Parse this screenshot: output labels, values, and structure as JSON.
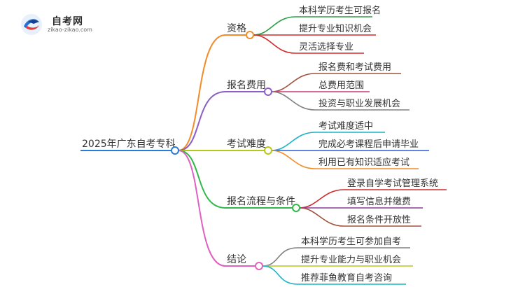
{
  "logo": {
    "title": "自考网",
    "url": "zikao-zikao.com"
  },
  "root": {
    "label": "2025年广东自考专科",
    "color": "#2a7bd4"
  },
  "branches": [
    {
      "label": "资格",
      "color": "#f28c28",
      "children": [
        {
          "label": "本科学历考生可报名",
          "color": "#2e9e45"
        },
        {
          "label": "提升专业知识机会",
          "color": "#d12b2b"
        },
        {
          "label": "灵活选择专业",
          "color": "#d12b2b"
        }
      ]
    },
    {
      "label": "报名费用",
      "color": "#8b5fc7",
      "children": [
        {
          "label": "报名费和考试费用",
          "color": "#a0523d"
        },
        {
          "label": "总费用范围",
          "color": "#cc3a7a"
        },
        {
          "label": "投资与职业发展机会",
          "color": "#808080"
        }
      ]
    },
    {
      "label": "考试难度",
      "color": "#b5c81a",
      "children": [
        {
          "label": "考试难度适中",
          "color": "#1ab3c8"
        },
        {
          "label": "完成必考课程后申请毕业",
          "color": "#2a5fd4"
        },
        {
          "label": "利用已有知识适应考试",
          "color": "#f28c28"
        }
      ]
    },
    {
      "label": "报名流程与条件",
      "color": "#32b84a",
      "children": [
        {
          "label": "登录自学考试管理系统",
          "color": "#d12b2b"
        },
        {
          "label": "填写信息并缴费",
          "color": "#8b3a9e"
        },
        {
          "label": "报名条件开放性",
          "color": "#a0523d"
        }
      ]
    },
    {
      "label": "结论",
      "color": "#e060c0",
      "children": [
        {
          "label": "本科学历考生可参加自考",
          "color": "#808080"
        },
        {
          "label": "提升专业能力与职业机会",
          "color": "#b5c81a"
        },
        {
          "label": "推荐菲鱼教育自考咨询",
          "color": "#1ab3c8"
        }
      ]
    }
  ]
}
